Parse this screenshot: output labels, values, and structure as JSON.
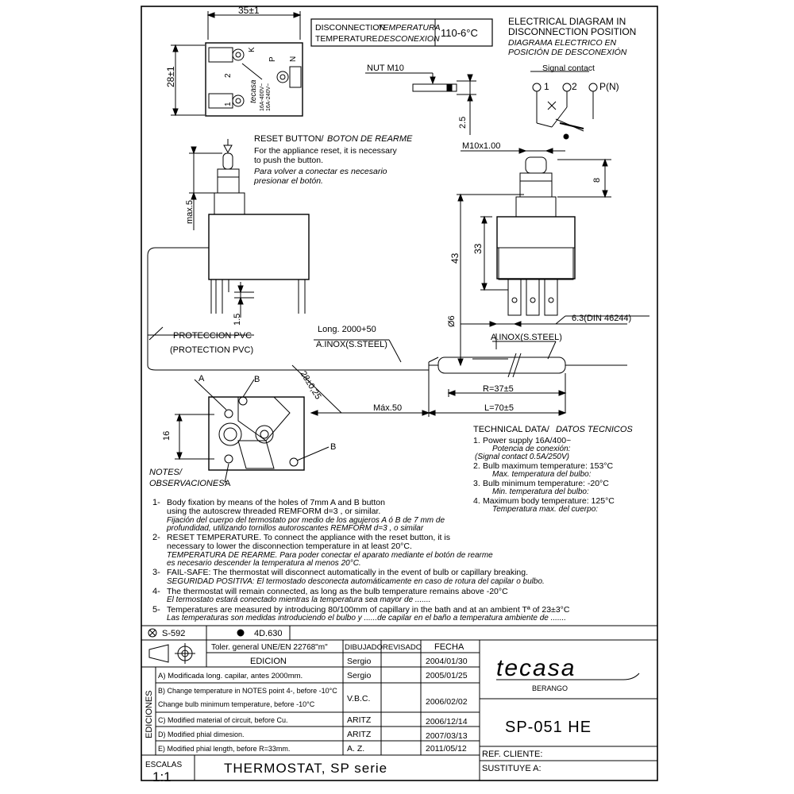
{
  "header": {
    "disconnection_en": "DISCONNECTION",
    "disconnection_es": "TEMPERATURA",
    "temperature_en": "TEMPERATURE",
    "temperature_es": "DESCONEXION",
    "disconnection_value": "110-6°C",
    "elec_title_1": "ELECTRICAL DIAGRAM IN",
    "elec_title_2": "DISCONNECTION POSITION",
    "elec_title_es_1": "DIAGRAMA ELECTRICO EN",
    "elec_title_es_2": "POSICIÓN DE DESCONEXIÓN"
  },
  "top_view": {
    "width_dim": "35±1",
    "height_dim": "28±1",
    "terminal_labels": [
      "K",
      "2",
      "1",
      "P",
      "N"
    ],
    "brand": "tecasa",
    "rating_1": "16A-400V~",
    "rating_2": "16A-240V~"
  },
  "nut": {
    "label": "NUT M10",
    "dim": "2.5"
  },
  "signal": {
    "title": "Signal contact",
    "t1": "1",
    "t2": "2",
    "tp": "P(N)"
  },
  "reset": {
    "title_en": "RESET BUTTON/",
    "title_es": "BOTON DE REARME",
    "line1": "For the appliance reset, it is necessary",
    "line2": "to push the button.",
    "line3": "Para volver a conectar es necesario",
    "line4": "presionar el botón.",
    "max_dim": "max.5",
    "dim_15": "1.5"
  },
  "side_view": {
    "thread": "M10x1.00",
    "dim_8": "8",
    "dim_43": "43",
    "dim_33": "33",
    "dim_6": "Ø6",
    "din": "6.3(DIN 46244)"
  },
  "capillary": {
    "pvc_1": "PROTECCION PVC",
    "pvc_2": "(PROTECTION PVC)",
    "long": "Long. 2000+50",
    "inox": "A.INOX(S.STEEL)",
    "inox_bulb": "A.INOX(S.STEEL)",
    "r_dim": "R=37±5",
    "l_dim": "L=70±5",
    "max50": "Máx.50"
  },
  "bottom_view": {
    "a1": "A",
    "b1": "B",
    "b2": "B",
    "a2": "A",
    "dim_28": "28±0,25",
    "dim_16": "16"
  },
  "notes": {
    "title_en": "NOTES/",
    "title_es": "OBSERVACIONES:",
    "items": [
      {
        "n": "1-",
        "l1": "Body fixation by means of the holes of 7mm A and B button",
        "l2": "using the autoscrew threaded REMFORM d=3 , or similar.",
        "l3": "Fijación del cuerpo del termostato por medio de los agujeros A ó B de 7 mm de",
        "l4": "profundidad, utilizando tornillos autoroscantes REMFORM d=3 , o similar"
      },
      {
        "n": "2-",
        "l1": "RESET TEMPERATURE. To connect the appliance with the reset button, it is",
        "l2": "necessary to lower the disconnection temperature in at least 20°C.",
        "l3": "TEMPERATURA DE REARME. Para poder conectar el aparato mediante el botón de rearme",
        "l4": "es necesario descender la temperatura al menos 20°C."
      },
      {
        "n": "3-",
        "l1": "FAIL-SAFE: The thermostat will disconnect automatically in the event of bulb or capillary breaking.",
        "l2": "SEGURIDAD POSITIVA: El termostado desconecta automáticamente en caso de rotura del capilar o bulbo.",
        "l3": "",
        "l4": ""
      },
      {
        "n": "4-",
        "l1": "The thermostat will remain connected, as long as the bulb temperature remains above -20°C",
        "l2": "El termostato estará conectado mientras la temperatura sea mayor de .......",
        "l3": "",
        "l4": ""
      },
      {
        "n": "5-",
        "l1": "Temperatures are measured by introducing 80/100mm of capillary in the bath and at an ambient Tª of 23±3°C",
        "l2": "Las temperaturas son medidas introduciendo el bulbo y ......de capilar en el baño a temperatura ambiente de .......",
        "l3": "",
        "l4": ""
      }
    ]
  },
  "tech": {
    "title_en": "TECHNICAL DATA/",
    "title_es": "DATOS TECNICOS",
    "items": [
      {
        "n": "1.",
        "en": "Power supply 16A/400~",
        "es": "Potencia de conexión:",
        "extra": "(Signal contact 0.5A/250V)"
      },
      {
        "n": "2.",
        "en": "Bulb maximum temperature: 153°C",
        "es": "Max. temperatura del bulbo:",
        "extra": ""
      },
      {
        "n": "3.",
        "en": "Bulb minimum temperature: -20°C",
        "es": "Min. temperatura del bulbo:",
        "extra": ""
      },
      {
        "n": "4.",
        "en": "Maximum body temperature: 125°C",
        "es": "Temperatura max. del cuerpo:",
        "extra": ""
      }
    ]
  },
  "refs": {
    "s": "S-592",
    "d": "4D.630"
  },
  "title_block": {
    "toler": "Toler. general UNE/EN 22768\"m\"",
    "dibujado": "DIBUJADO",
    "revisado": "REVISADO",
    "fecha": "FECHA",
    "edicion": "EDICION",
    "ediciones_side": "EDICIONES",
    "rows": [
      {
        "desc": "EDICION",
        "who": "Sergio",
        "date": "2004/01/30"
      },
      {
        "desc": "A) Modificada long. capilar, antes 2000mm.",
        "who": "Sergio",
        "date": "2005/01/25"
      },
      {
        "desc": "B) Change temperature in NOTES point 4-, before -10°C",
        "desc2": "Change bulb minimum temperature, before -10°C",
        "who": "V.B.C.",
        "date": "2006/02/02"
      },
      {
        "desc": "C) Modified material of circuit, before Cu.",
        "who": "ARITZ",
        "date": "2006/12/14"
      },
      {
        "desc": "D) Modified phial dimesion.",
        "who": "ARITZ",
        "date": "2007/03/13"
      },
      {
        "desc": "E) Modified phial length, before R=33mm.",
        "who": "A. Z.",
        "date": "2011/05/12"
      }
    ],
    "logo": "tecasa",
    "logo_sub": "BERANGO",
    "part_no": "SP-051 HE",
    "ref_cliente": "REF. CLIENTE:",
    "sustituye": "SUSTITUYE A:",
    "escalas": "ESCALAS",
    "scale": "1:1",
    "product": "THERMOSTAT, SP serie"
  }
}
